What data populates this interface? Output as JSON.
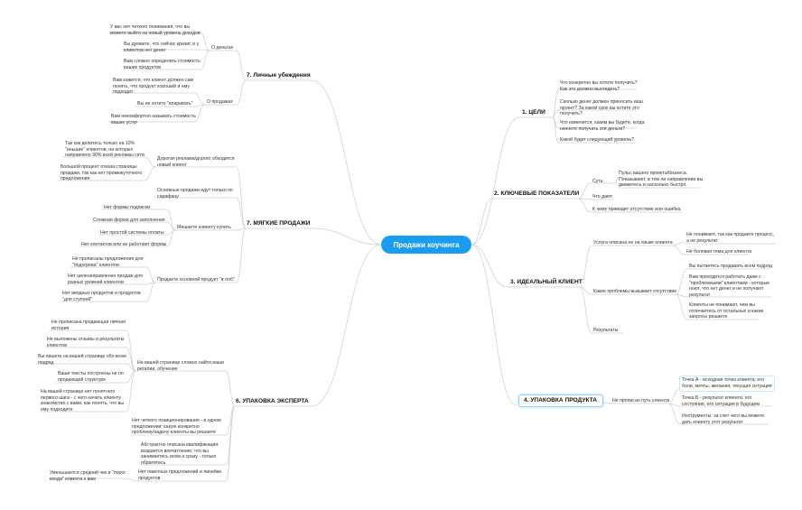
{
  "center": "Продажи коучинга",
  "right": {
    "goals": {
      "title": "1. ЦЕЛИ",
      "items": [
        "Что конкретно вы хотите получить?\nКак это должно выглядеть?",
        "Сколько денег должен приносить ваш\nпроект? За какой срок вы хотите это\nполучить?",
        "Что изменится, каким вы будете, когда\nначнете получать эти деньги?",
        "Какой будет следующий уровень?"
      ]
    },
    "kpi": {
      "title": "2. КЛЮЧЕВЫЕ ПОКАЗАТЕЛИ",
      "essence": "Суть:",
      "essence_detail": "Пульс вашего проекта/бизнеса.\nПоказывают, в том ли направлении вы\nдвижетесь и насколько быстро.",
      "gives": "Что дают",
      "leads": "К чему приводит отсутствие или ошибка"
    },
    "client": {
      "title": "3. ИДЕАЛЬНЫЙ КЛИЕНТ",
      "no_client": "Услуга описана не на языке клиента",
      "no_client_items": [
        "Не понимают, так как продаете процесс,\nа не результат",
        "Не болевая тема для клиента"
      ],
      "problems": "Какие проблемы вызывает отсутствие",
      "problems_items": [
        "Вы пытаетесь продавать всем подряд",
        "Вам приходится работать даже с\n\"проблемными\" клиентами - которые\nноют, что нет денег и не получают\nрезультат",
        "Клиенты не понимают, чем вы\nотличаетесь от остальных и какие\nзапросы решаете"
      ],
      "results": "Результаты"
    },
    "product": {
      "title": "4. УПАКОВКА ПРОДУКТА",
      "path": "Не прописан путь клиента",
      "items": [
        "Точка А - исходная точка клиента: его\nболи, мечты, желания, текущая ситуация",
        "Точка Б - результат клиента: его\nсостояние, его ситуация в будущем",
        "Инструменты: за счет чего вы можете\nдать клиенту этот результат"
      ]
    }
  },
  "left": {
    "beliefs": {
      "title": "7. Личные убеждения",
      "money": "О деньгах",
      "money_items": [
        "У вас нет четкого понимания, что вы\nможете выйти на новый уровень доходов",
        "Вы думаете, что сейчас кризис и у\nклиентов нет денег",
        "Вам сложно определить стоимость\nваших продуктов"
      ],
      "sales": "О продажах",
      "sales_items": [
        "Вам кажется, что клиент должен сам\nпонять, что продукт хороший и ему\nподходит",
        "Вы не хотите \"впаривать\"",
        "Вам некомфортно называть стоимость\nваших услуг"
      ]
    },
    "soft": {
      "title": "7. МЯГКИЕ ПРОДАЖИ",
      "ads": "Дорогая реклама/дорого обходится\nновый клиент",
      "ads_items": [
        "Так как делитесь только на 10%\n\"иньшие\" клиентов, на которых\nнаправлено 90% всей рекламы сети",
        "Большой процент отказа страницы\nпродажи, так как нет промежуточного\nпредложения"
      ],
      "basic": "Основные продажи идут только по\nсарафану",
      "hinder": "Мешаете клиенту купить",
      "hinder_items": [
        "Нет формы подписки",
        "Сложная форма для заполнения",
        "Нет простой системы оплаты",
        "Нет контактов или не работают формы"
      ],
      "sell": "Продаете основной продукт \"в лоб\"",
      "sell_items": [
        "Не прописаны предложения для\n\"подогрева\" клиентов",
        "Нет целенаправленно продаж для\nразных уровней клиентов",
        "Нет вводных продуктов и продуктов\n\"для ступней\""
      ]
    },
    "expert": {
      "title": "6. УПАКОВКА ЭКСПЕРТА",
      "page": "На вашей странице сложно найти ваши\nрегалии, обучение",
      "page_items": [
        "Не прописана продающая личная\nистория",
        "Не выложены отзывы и результаты\nклиентов",
        "Вы пишете на вашей странице обо всем\nподряд",
        "Ваши тексты построены не по\nпродающей структуре",
        "На вашей странице нет понятного\nпервого шага - с чего начать клиенту\nзнакомство с вами, как понять, что вы\nему подходите"
      ],
      "positioning": "Нет четкого позиционирования - в одном\nпредложении: какую конкретно\nпроблему/задачу клиенты вы решаете",
      "qual": "Абстрактно описана квалификация:\nвоздается впечатление, что вы\nзанимаетесь всем и сразу - только\nобратитесь",
      "packages": "Нет пакетных предложений и линейки\nпродуктов",
      "check": "Уменьшается средний чек и \"порог\nвхода\" клиента к вам"
    }
  }
}
